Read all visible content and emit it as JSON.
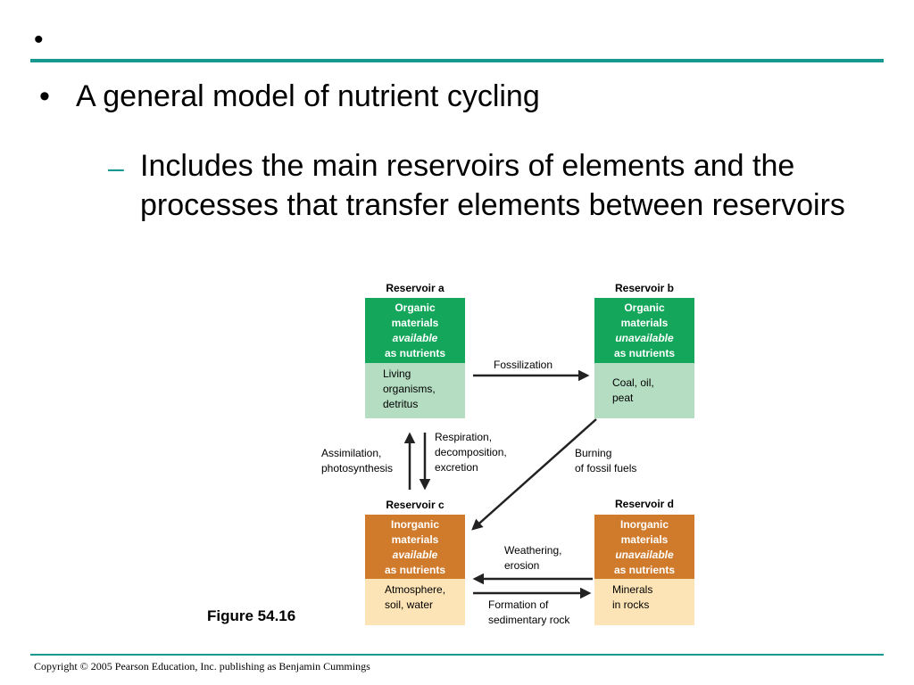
{
  "slide": {
    "top_bullet": "•",
    "bullet_dot": "•",
    "bullet_text": "A general model of nutrient cycling",
    "sub_dash": "–",
    "sub_text": "Includes the main reservoirs of elements and the processes that transfer elements between reservoirs",
    "figure_label": "Figure 54.16",
    "copyright": "Copyright © 2005 Pearson Education, Inc. publishing as Benjamin Cummings"
  },
  "diagram": {
    "reservoirs": {
      "a": {
        "title": "Reservoir a",
        "line1": "Organic",
        "line2": "materials",
        "line3": "available",
        "line4": "as nutrients",
        "examples": [
          "Living",
          "organisms,",
          "detritus"
        ]
      },
      "b": {
        "title": "Reservoir b",
        "line1": "Organic",
        "line2": "materials",
        "line3": "unavailable",
        "line4": "as nutrients",
        "examples": [
          "Coal, oil,",
          "peat"
        ]
      },
      "c": {
        "title": "Reservoir c",
        "line1": "Inorganic",
        "line2": "materials",
        "line3": "available",
        "line4": "as nutrients",
        "examples": [
          "Atmosphere,",
          "soil, water"
        ]
      },
      "d": {
        "title": "Reservoir d",
        "line1": "Inorganic",
        "line2": "materials",
        "line3": "unavailable",
        "line4": "as nutrients",
        "examples": [
          "Minerals",
          "in rocks"
        ]
      }
    },
    "processes": {
      "fossilization": [
        "Fossilization"
      ],
      "assimilation": [
        "Assimilation,",
        "photosynthesis"
      ],
      "respiration": [
        "Respiration,",
        "decomposition,",
        "excretion"
      ],
      "burning": [
        "Burning",
        "of fossil fuels"
      ],
      "weathering": [
        "Weathering,",
        "erosion"
      ],
      "formation": [
        "Formation of",
        "sedimentary rock"
      ]
    },
    "colors": {
      "organic_head": "#14a65a",
      "organic_body": "#b4ddc2",
      "inorganic_head": "#d07a2c",
      "inorganic_body": "#fde4b6",
      "rule": "#18998f"
    }
  }
}
